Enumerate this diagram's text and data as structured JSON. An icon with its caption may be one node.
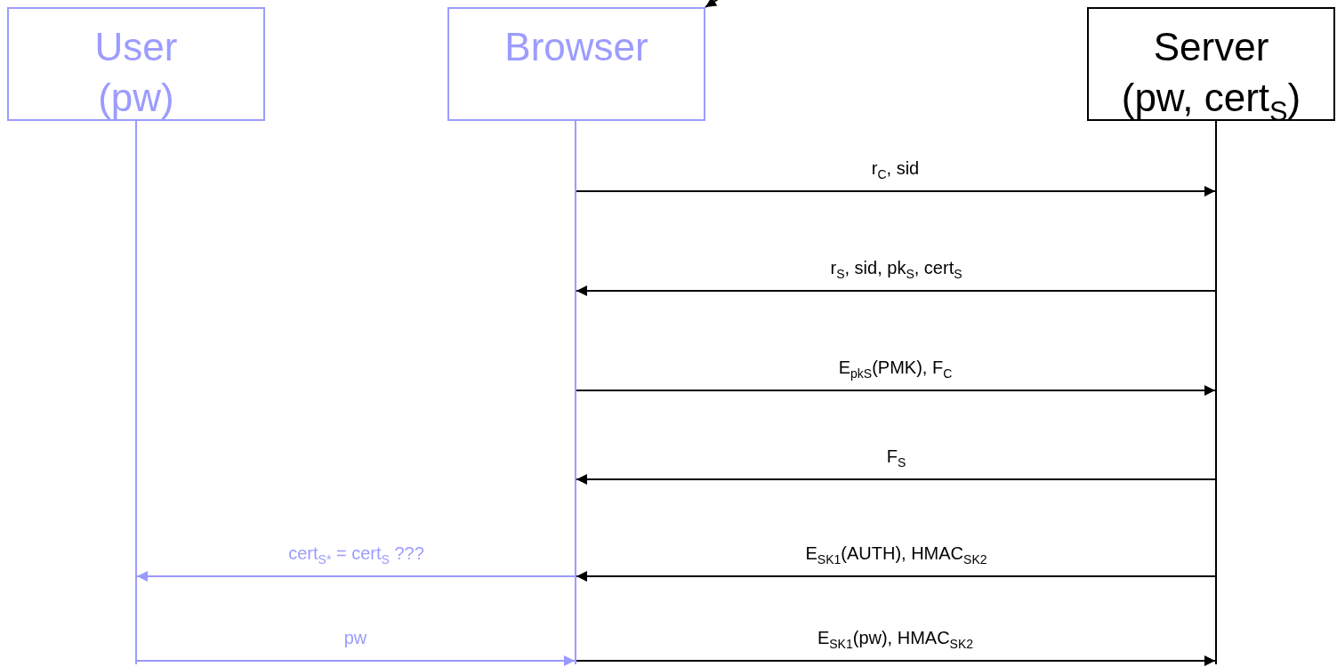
{
  "diagram": {
    "nodes": [
      {
        "text": [
          "User",
          "(pw)"
        ]
      },
      {
        "text": [
          "Browser"
        ]
      },
      {
        "text": [
          "Server",
          "(pw, cert$_{S}$)"
        ]
      }
    ],
    "edges": [
      {
        "from": null,
        "to": 1,
        "arrow": "to"
      },
      {
        "from": 1,
        "to": 2,
        "arrow": "to",
        "label": "r$_{C}$, sid"
      },
      {
        "from": 2,
        "to": 1,
        "arrow": "to",
        "label": "r$_{S}$, sid, pk$_{S}$, cert$_{S}$"
      },
      {
        "from": 1,
        "to": 2,
        "arrow": "to",
        "label": "E$_{pkS}$(PMK), F$_{C}$"
      },
      {
        "from": 2,
        "to": 1,
        "arrow": "to",
        "label": "F$_{S}$"
      },
      {
        "from": 2,
        "to": 1,
        "arrow": "to",
        "label": "E$_{SK1}$(AUTH), HMAC$_{SK2}$"
      },
      {
        "from": 1,
        "to": 0,
        "arrow": "to",
        "label": "cert$_{S*}$ = cert$_{S}$ ???",
        "color": "#9999ff"
      },
      {
        "from": 0,
        "to": 1,
        "arrow": "to",
        "label": "pw",
        "color": "#9999ff"
      },
      {
        "from": 1,
        "to": 2,
        "arrow": "to",
        "label": "E$_{SK1}$(pw), HMAC$_{SK2}$"
      }
    ]
  }
}
